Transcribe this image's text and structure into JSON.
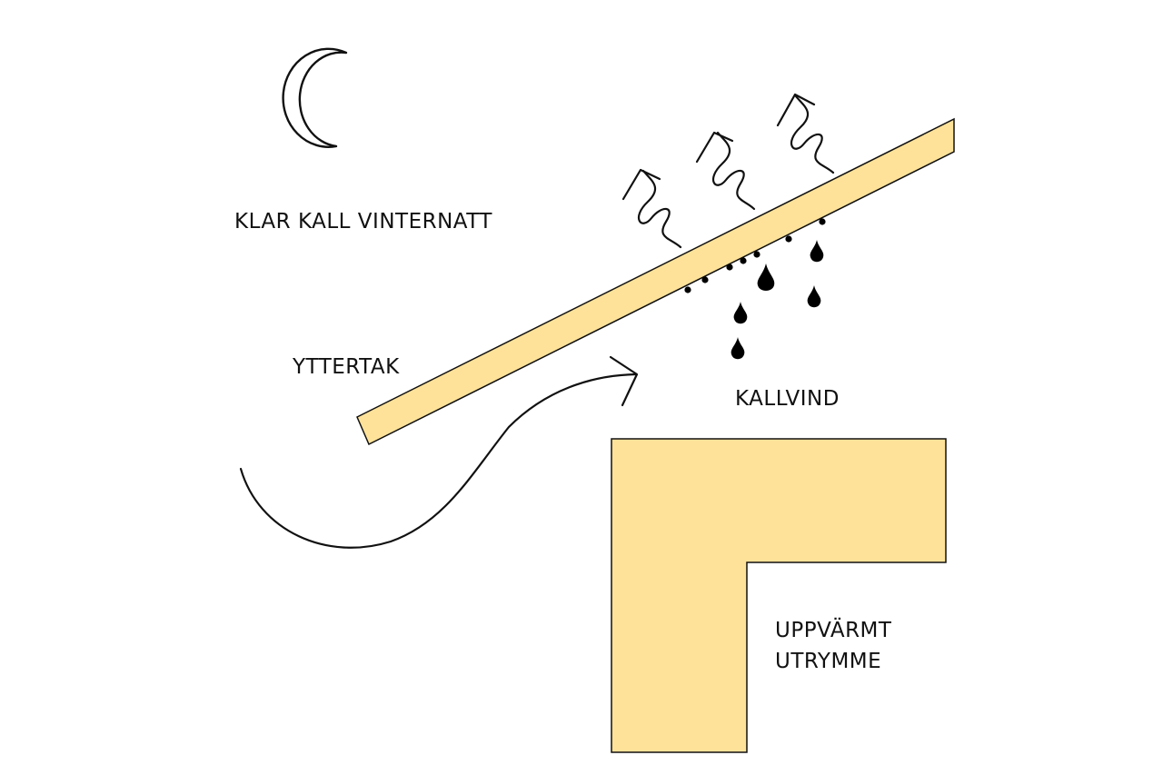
{
  "labels": {
    "night": "KLAR KALL VINTERNATT",
    "outer_roof": "YTTERTAK",
    "cold_attic": "KALLVIND",
    "heated_space_line1": "UPPVÄRMT",
    "heated_space_line2": "UTRYMME"
  },
  "colors": {
    "building_fill": "#ffe299",
    "stroke": "#111111",
    "drops": "#000000",
    "background": "#ffffff"
  },
  "icons": [
    "moon-icon",
    "heat-radiation-arrow-icon",
    "airflow-arrow-icon",
    "water-drop-icon",
    "condensation-dot-icon"
  ]
}
